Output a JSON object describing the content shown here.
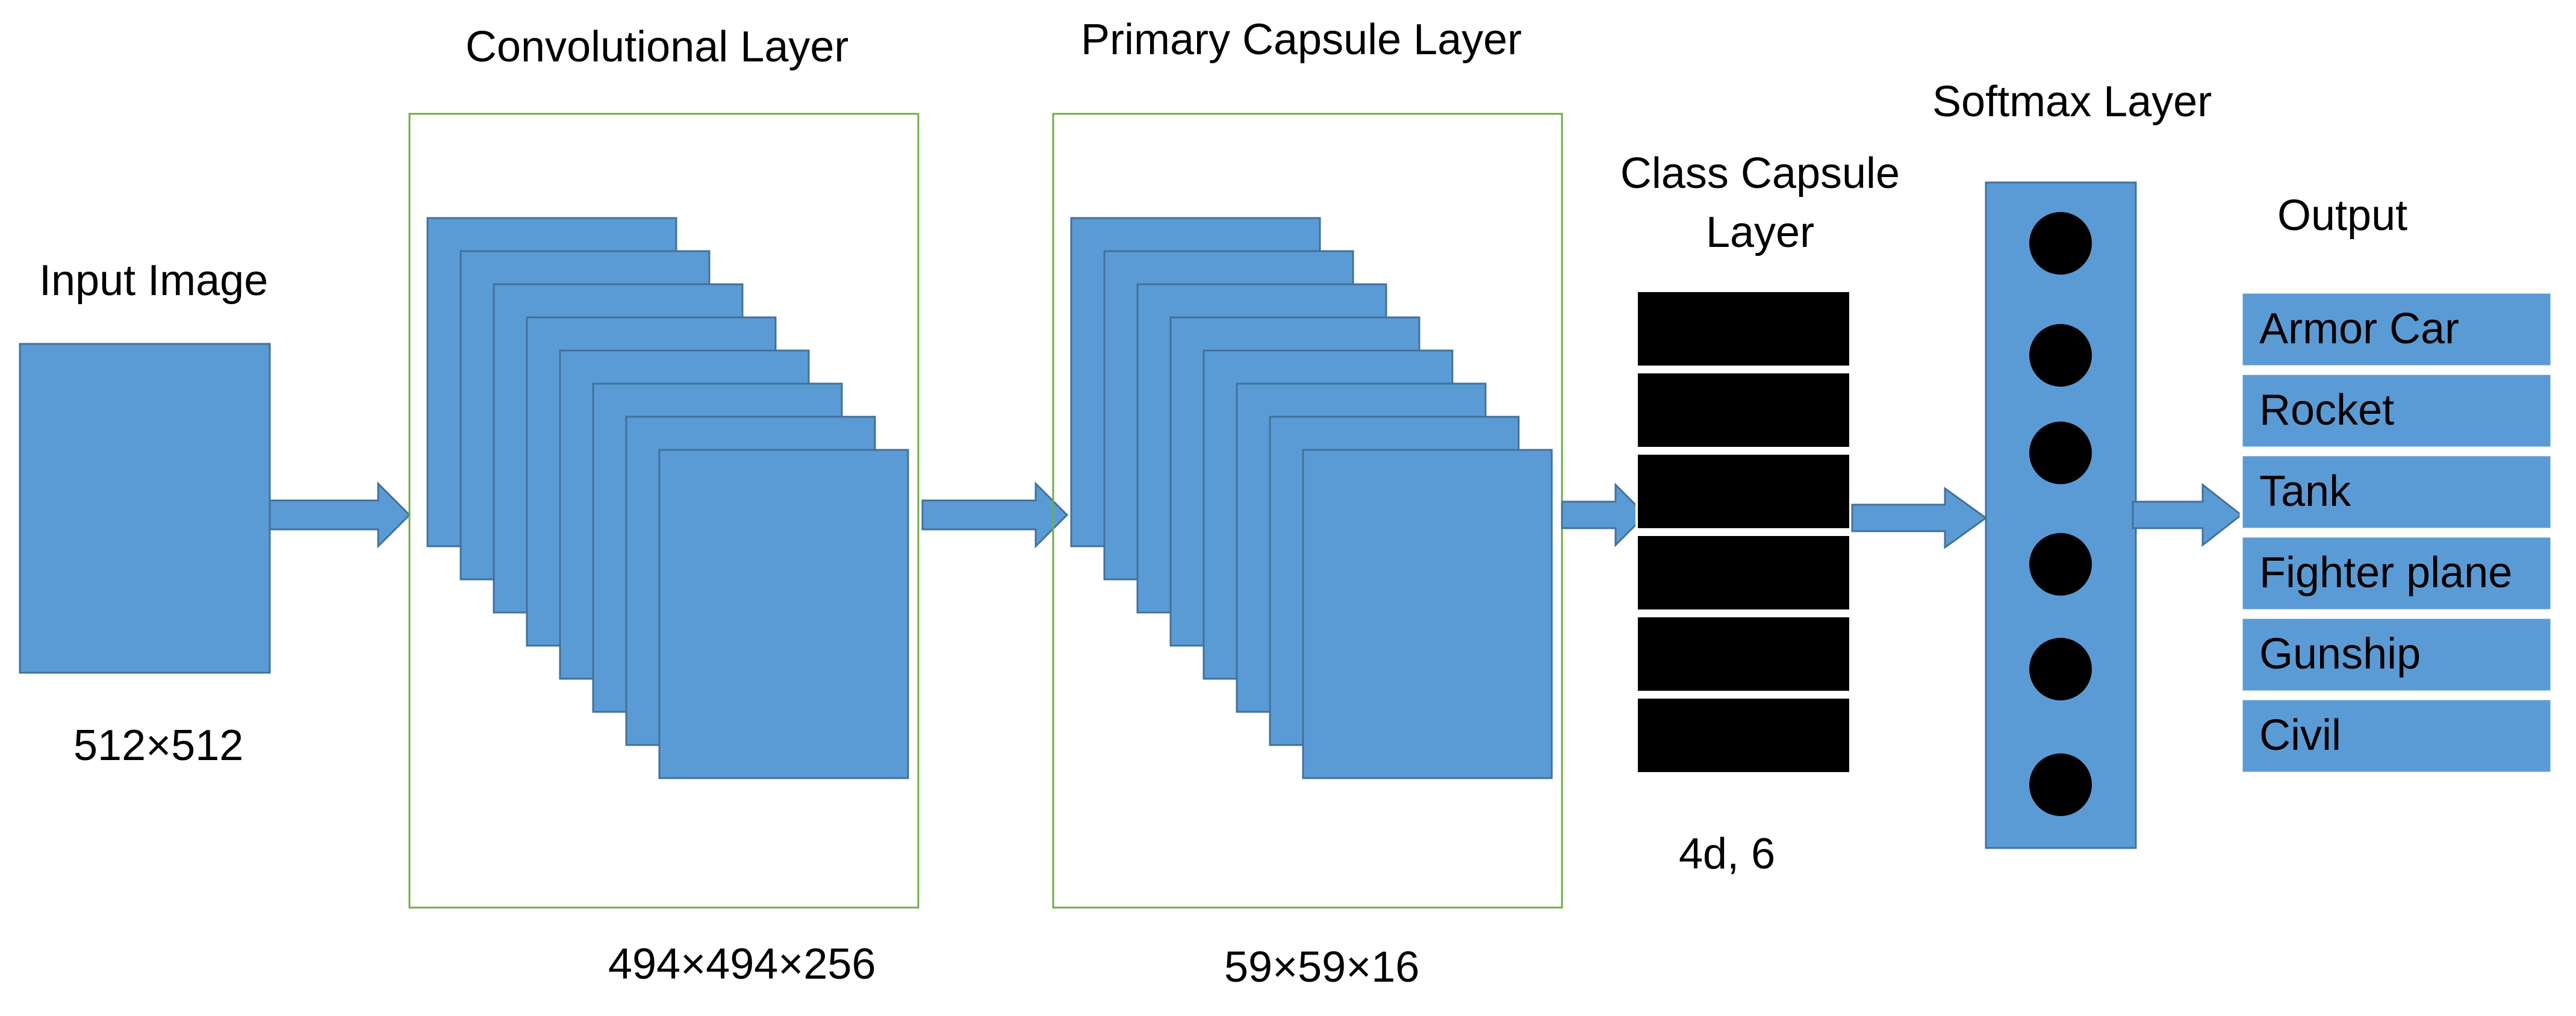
{
  "colors": {
    "block_fill": "#5b9bd5",
    "block_stroke": "#41719c",
    "frame_stroke": "#70ad47",
    "capsule_fill": "#000000",
    "background": "#ffffff"
  },
  "input": {
    "title": "Input Image",
    "size": "512×512"
  },
  "conv": {
    "title": "Convolutional Layer",
    "size": "494×494×256",
    "sheet_count": 8
  },
  "primary": {
    "title": "Primary Capsule Layer",
    "size": "59×59×16",
    "sheet_count": 8
  },
  "class_capsule": {
    "title_line1": "Class Capsule",
    "title_line2": "Layer",
    "size": "4d, 6",
    "capsule_count": 6
  },
  "softmax": {
    "title": "Softmax Layer",
    "node_count": 6
  },
  "output": {
    "title": "Output",
    "classes": [
      "Armor Car",
      "Rocket",
      "Tank",
      "Fighter plane",
      "Gunship",
      "Civil"
    ]
  }
}
